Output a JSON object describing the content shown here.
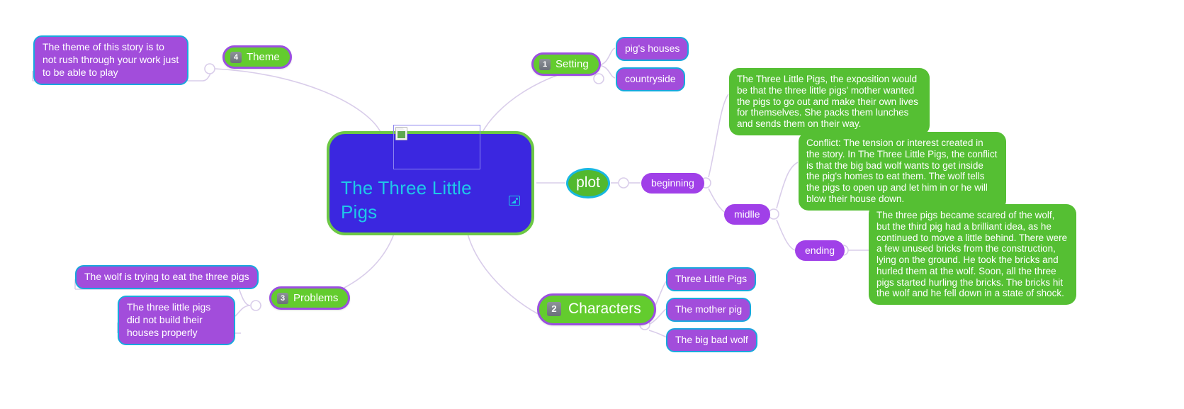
{
  "central": {
    "title": "The Three Little Pigs",
    "image_placeholder": "broken-image",
    "photo_icon": "photo-icon"
  },
  "branches": [
    {
      "id": "setting",
      "badge": "1",
      "label": "Setting"
    },
    {
      "id": "characters",
      "badge": "2",
      "label": "Characters"
    },
    {
      "id": "problems",
      "badge": "3",
      "label": "Problems"
    },
    {
      "id": "theme",
      "badge": "4",
      "label": "Theme"
    }
  ],
  "plot": {
    "label": "plot",
    "stages": [
      {
        "id": "beginning",
        "label": "beginning"
      },
      {
        "id": "middle",
        "label": "midlle"
      },
      {
        "id": "ending",
        "label": "ending"
      }
    ],
    "notes": [
      {
        "id": "exposition",
        "text": "The Three Little Pigs, the exposition would be that the three little pigs' mother wanted the pigs to go out and make their own lives for themselves. She packs them lunches and sends them on their way."
      },
      {
        "id": "conflict",
        "text": "Conflict: The tension or interest created in the story. In The Three Little Pigs, the conflict is that the big bad wolf wants to get inside the pig's homes to eat them. The wolf tells the pigs to open up and let him in or he will blow their house down."
      },
      {
        "id": "resolution",
        "text": "The three pigs became scared of the wolf, but the third pig had a brilliant idea, as he continued to move a little behind. There were a few unused bricks from the construction, lying on the ground. He took the bricks and hurled them at the wolf. Soon, all the three pigs started hurling the bricks. The bricks hit the wolf and he fell down in a state of shock."
      }
    ]
  },
  "setting_items": [
    {
      "id": "pigs-houses",
      "label": "pig's houses"
    },
    {
      "id": "countryside",
      "label": "countryside"
    }
  ],
  "character_items": [
    {
      "id": "three-little-pigs",
      "label": "Three Little Pigs"
    },
    {
      "id": "mother-pig",
      "label": "The mother pig"
    },
    {
      "id": "big-bad-wolf",
      "label": "The big bad wolf"
    }
  ],
  "problem_items": [
    {
      "id": "wolf-eat",
      "label": "The wolf is trying to eat the three pigs"
    },
    {
      "id": "bad-houses",
      "label": "The three little pigs did not build their houses properly"
    }
  ],
  "theme_items": [
    {
      "id": "theme-note",
      "label": "The theme of this story is to not rush through your work just to be able to play"
    }
  ],
  "colors": {
    "central_fill": "#3b27e0",
    "central_border": "#6cc845",
    "central_text": "#1fc8e8",
    "branch_fill": "#63cc2e",
    "branch_border": "#9b4fe0",
    "purple_fill": "#a24ddb",
    "purple_border": "#18a8dd",
    "pill_fill": "#a040e8",
    "note_fill": "#55bf33",
    "edge": "#d9cdea",
    "canvas": "#ffffff"
  }
}
